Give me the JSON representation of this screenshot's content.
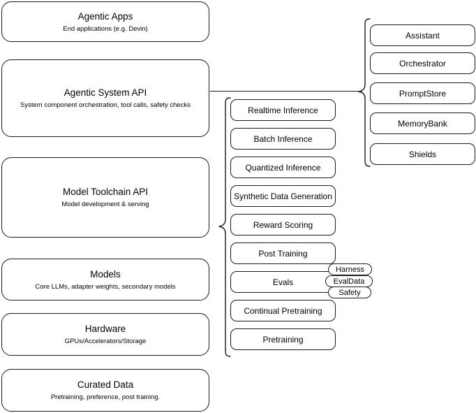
{
  "diagram": {
    "title": "Agentic stack layer diagram",
    "stroke_color": "#1a1a1a",
    "background_color": "#ffffff",
    "layers": [
      {
        "title": "Agentic Apps",
        "subtitle": "End applications (e.g. Devin)"
      },
      {
        "title": "Agentic System API",
        "subtitle": "System component orchestration, tool calls, safety checks"
      },
      {
        "title": "Model Toolchain API",
        "subtitle": "Model development & serving"
      },
      {
        "title": "Models",
        "subtitle": "Core LLMs, adapter weights, secondary models"
      },
      {
        "title": "Hardware",
        "subtitle": "GPUs/Accelerators/Storage"
      },
      {
        "title": "Curated Data",
        "subtitle": "Pretraining, preference, post training."
      }
    ],
    "toolchain_components": [
      {
        "label": "Realtime Inference"
      },
      {
        "label": "Batch Inference"
      },
      {
        "label": "Quantized Inference"
      },
      {
        "label": "Synthetic Data Generation"
      },
      {
        "label": "Reward Scoring"
      },
      {
        "label": "Post Training"
      },
      {
        "label": "Evals"
      },
      {
        "label": "Continual Pretraining"
      },
      {
        "label": "Pretraining"
      }
    ],
    "eval_subcomponents": [
      {
        "label": "Harness"
      },
      {
        "label": "EvalData"
      },
      {
        "label": "Safety"
      }
    ],
    "system_components": [
      {
        "label": "Assistant"
      },
      {
        "label": "Orchestrator"
      },
      {
        "label": "PromptStore"
      },
      {
        "label": "MemoryBank"
      },
      {
        "label": "Shields"
      }
    ]
  }
}
